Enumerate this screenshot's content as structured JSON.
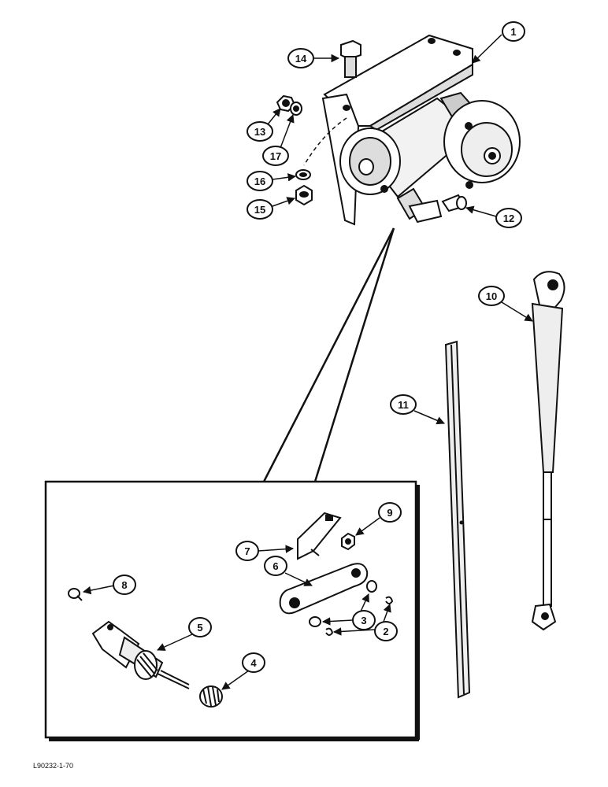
{
  "callouts": [
    {
      "id": "c1",
      "text": "1"
    },
    {
      "id": "c2",
      "text": "2"
    },
    {
      "id": "c3",
      "text": "3"
    },
    {
      "id": "c4",
      "text": "4"
    },
    {
      "id": "c5",
      "text": "5"
    },
    {
      "id": "c6",
      "text": "6"
    },
    {
      "id": "c7",
      "text": "7"
    },
    {
      "id": "c8",
      "text": "8"
    },
    {
      "id": "c9",
      "text": "9"
    },
    {
      "id": "c10",
      "text": "10"
    },
    {
      "id": "c11",
      "text": "11"
    },
    {
      "id": "c12",
      "text": "12"
    },
    {
      "id": "c13",
      "text": "13"
    },
    {
      "id": "c14",
      "text": "14"
    },
    {
      "id": "c15",
      "text": "15"
    },
    {
      "id": "c16",
      "text": "16"
    },
    {
      "id": "c17",
      "text": "17"
    }
  ],
  "figure_code": "L90232-1-70"
}
